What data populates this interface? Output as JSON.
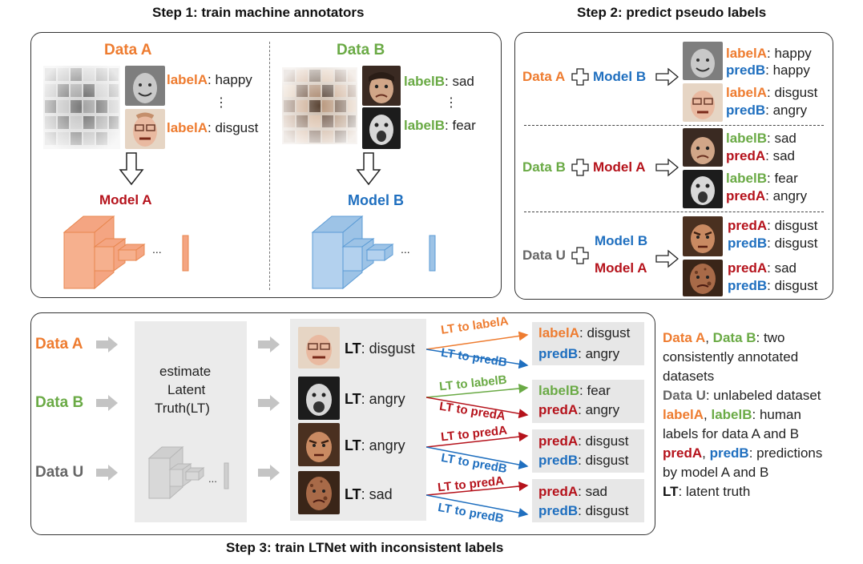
{
  "step1": {
    "title": "Step 1: train machine annotators",
    "data_a": "Data  A",
    "data_b": "Data  B",
    "a_rows": [
      {
        "label": "labelA",
        "value": ": happy"
      },
      {
        "label": "labelA",
        "value": ": disgust"
      }
    ],
    "b_rows": [
      {
        "label": "labelB",
        "value": ": sad"
      },
      {
        "label": "labelB",
        "value": ": fear"
      }
    ],
    "vdots": "⋮",
    "model_a": "Model A",
    "model_b": "Model B",
    "ellipsis": "..."
  },
  "step2": {
    "title": "Step 2: predict pseudo labels",
    "groups": [
      {
        "data": "Data A",
        "model": "Model B",
        "rows": [
          {
            "l1": "labelA",
            "v1": ": happy",
            "l2": "predB",
            "v2": ": happy"
          },
          {
            "l1": "labelA",
            "v1": ": disgust",
            "l2": "predB",
            "v2": ": angry"
          }
        ]
      },
      {
        "data": "Data B",
        "model": "Model A",
        "rows": [
          {
            "l1": "labelB",
            "v1": ": sad",
            "l2": "predA",
            "v2": ": sad"
          },
          {
            "l1": "labelB",
            "v1": ": fear",
            "l2": "predA",
            "v2": ": angry"
          }
        ]
      },
      {
        "data": "Data U",
        "model_top": "Model B",
        "model_bottom": "Model A",
        "rows": [
          {
            "l1": "predA",
            "v1": ": disgust",
            "l2": "predB",
            "v2": ": disgust"
          },
          {
            "l1": "predA",
            "v1": ": sad",
            "l2": "predB",
            "v2": ": disgust"
          }
        ]
      }
    ]
  },
  "step3": {
    "title": "Step 3: train LTNet with inconsistent labels",
    "inputs": [
      "Data  A",
      "Data  B",
      "Data  U"
    ],
    "estimate": [
      "estimate",
      "Latent",
      "Truth(LT)"
    ],
    "ellipsis": "...",
    "lt_rows": [
      {
        "lt": "LT",
        "value": ": disgust"
      },
      {
        "lt": "LT",
        "value": ": angry"
      },
      {
        "lt": "LT",
        "value": ": angry"
      },
      {
        "lt": "LT",
        "value": ": sad"
      }
    ],
    "arrow_labels": [
      {
        "top": "LT to labelA",
        "bottom": "LT to predB"
      },
      {
        "top": "LT to labelB",
        "bottom": "LT to predA"
      },
      {
        "top": "LT to predA",
        "bottom": "LT to predB"
      },
      {
        "top": "LT to predA",
        "bottom": "LT to predB"
      }
    ],
    "pairs": [
      {
        "l1": "labelA",
        "v1": ": disgust",
        "l2": "predB",
        "v2": ": angry"
      },
      {
        "l1": "labelB",
        "v1": ": fear",
        "l2": "predA",
        "v2": ": angry"
      },
      {
        "l1": "predA",
        "v1": ": disgust",
        "l2": "predB",
        "v2": ": disgust"
      },
      {
        "l1": "predA",
        "v1": ": sad",
        "l2": "predB",
        "v2": ": disgust"
      }
    ]
  },
  "legend": {
    "l1a": "Data  A",
    "l1sep": ", ",
    "l1b": "Data  B",
    "l1rest": ": two",
    "l1c": "consistently annotated",
    "l1d": "datasets",
    "l2a": "Data  U",
    "l2rest": ": unlabeled dataset",
    "l3a": "labelA",
    "l3sep": ", ",
    "l3b": "labelB",
    "l3rest": ": human",
    "l3c": "labels for data A and B",
    "l4a": "predA",
    "l4sep": ", ",
    "l4b": "predB",
    "l4rest": ": predictions",
    "l4c": "by model A and B",
    "l5a": "LT",
    "l5rest": ": latent truth"
  },
  "colors": {
    "orange": "#ee7c30",
    "green": "#6aaa45",
    "blue": "#1f6fbf",
    "red": "#b5121b",
    "gray": "#666666",
    "model_a_fill": "#f4a582",
    "model_b_fill": "#9dc3e6"
  }
}
